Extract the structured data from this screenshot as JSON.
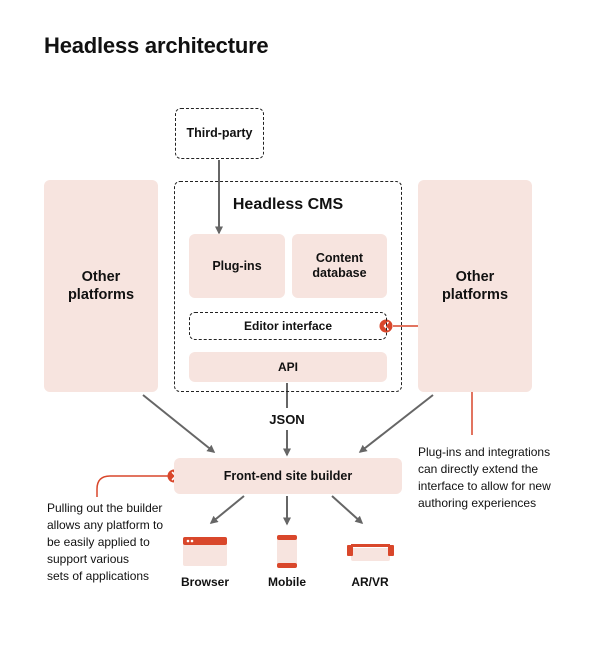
{
  "title": "Headless architecture",
  "third_party": "Third-party",
  "headless_cms": "Headless CMS",
  "plugins": "Plug-ins",
  "content_database": "Content\ndatabase",
  "editor_interface": "Editor interface",
  "api": "API",
  "other_platforms_left": "Other\nplatforms",
  "other_platforms_right": "Other\nplatforms",
  "json_label": "JSON",
  "front_end_builder": "Front-end site builder",
  "note_right": "Plug-ins and integrations\ncan directly extend the\ninterface to allow for new\nauthoring experiences",
  "note_left": "Pulling out the builder\nallows any platform to\nbe easily applied to\nsupport various\nsets of applications",
  "outputs": {
    "browser": "Browser",
    "mobile": "Mobile",
    "arvr": "AR/VR"
  },
  "icons": {
    "browser": "browser-window-icon",
    "mobile": "mobile-phone-icon",
    "arvr": "vr-headset-icon",
    "marker_right": "chevron-left-icon",
    "marker_left": "chevron-right-icon"
  },
  "colors": {
    "accent": "#d9472b",
    "box_fill": "#f7e4df",
    "line": "#777777",
    "text": "#111111"
  }
}
